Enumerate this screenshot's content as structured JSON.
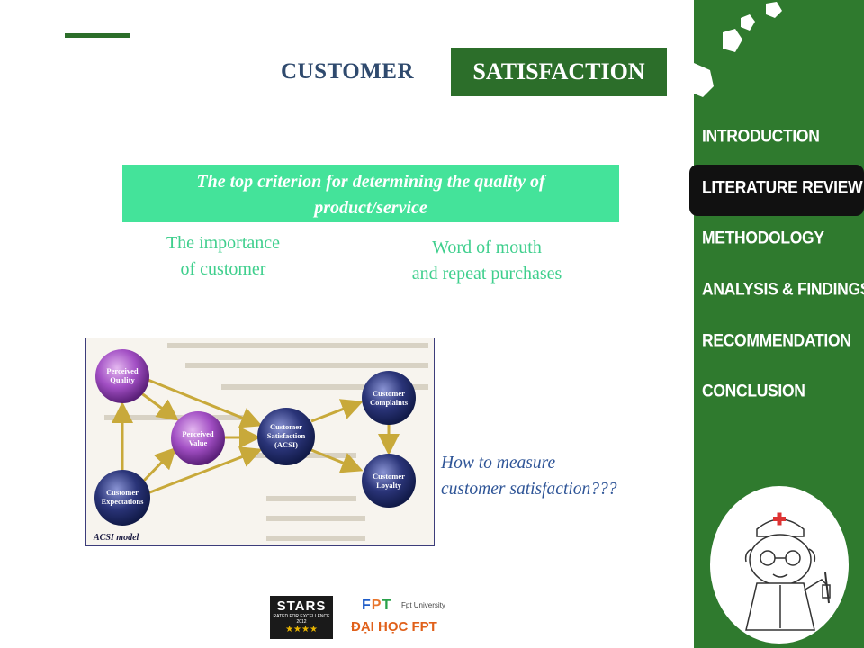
{
  "header": {
    "title_left": "CUSTOMER",
    "title_right": "SATISFACTION"
  },
  "banner": {
    "line1": "The top criterion for determining the quality of",
    "line2": "product/service"
  },
  "points": {
    "left_line1": "The importance",
    "left_line2": "of customer",
    "right_line1": "Word of mouth",
    "right_line2": "and repeat purchases"
  },
  "figure": {
    "caption": "ACSI model",
    "nodes": {
      "perceived_quality": [
        "Perceived",
        "Quality"
      ],
      "perceived_value": [
        "Perceived",
        "Value"
      ],
      "customer_expectations": [
        "Customer",
        "Expectations"
      ],
      "customer_satisfaction": [
        "Customer",
        "Satisfaction",
        "(ACSI)"
      ],
      "customer_complaints": [
        "Customer",
        "Complaints"
      ],
      "customer_loyalty": [
        "Customer",
        "Loyalty"
      ]
    }
  },
  "question": {
    "line1": "How to measure",
    "line2": "customer satisfaction???"
  },
  "sidebar": {
    "items": [
      {
        "label": "INTRODUCTION"
      },
      {
        "label": "LITERATURE REVIEW"
      },
      {
        "label": "METHODOLOGY"
      },
      {
        "label": "ANALYSIS & FINDINGS"
      },
      {
        "label": "RECOMMENDATION"
      },
      {
        "label": "CONCLUSION"
      }
    ],
    "active_index": 1
  },
  "logos": {
    "stars": "STARS",
    "stars_sub": "RATED FOR EXCELLENCE",
    "stars_year": "2012",
    "fpt": "FPT",
    "fpt_sub": "Fpt University",
    "fpt_name": "ĐẠI HỌC FPT"
  },
  "colors": {
    "green_dark": "#2c6e2a",
    "sidebar_green": "#2f7a2e",
    "banner_green": "#44e39a",
    "point_green": "#3fcf8d",
    "title_blue": "#2f4a6e",
    "question_blue": "#2f5597"
  }
}
